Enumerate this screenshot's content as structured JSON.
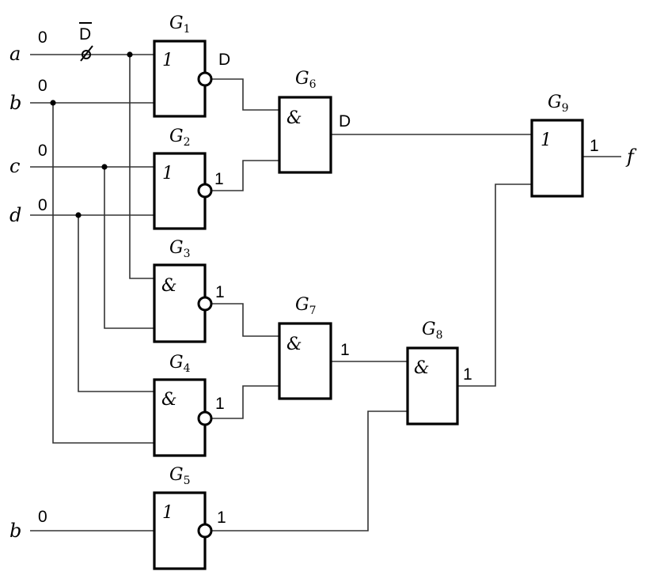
{
  "inputs": {
    "a": "a",
    "b": "b",
    "c": "c",
    "d": "d",
    "b2": "b"
  },
  "output": "f",
  "gates": {
    "g1": {
      "name": "G",
      "sub": "1",
      "symbol": "1"
    },
    "g2": {
      "name": "G",
      "sub": "2",
      "symbol": "1"
    },
    "g3": {
      "name": "G",
      "sub": "3",
      "symbol": "&"
    },
    "g4": {
      "name": "G",
      "sub": "4",
      "symbol": "&"
    },
    "g5": {
      "name": "G",
      "sub": "5",
      "symbol": "1"
    },
    "g6": {
      "name": "G",
      "sub": "6",
      "symbol": "&"
    },
    "g7": {
      "name": "G",
      "sub": "7",
      "symbol": "&"
    },
    "g8": {
      "name": "G",
      "sub": "8",
      "symbol": "&"
    },
    "g9": {
      "name": "G",
      "sub": "9",
      "symbol": "1"
    }
  },
  "values": {
    "a_in": "0",
    "a_fault": "D",
    "b_in": "0",
    "c_in": "0",
    "d_in": "0",
    "b2_in": "0",
    "g1_out": "D",
    "g2_out": "1",
    "g3_out": "1",
    "g4_out": "1",
    "g5_out": "1",
    "g6_out": "D",
    "g7_out": "1",
    "g8_out": "1",
    "g9_out": "1"
  }
}
